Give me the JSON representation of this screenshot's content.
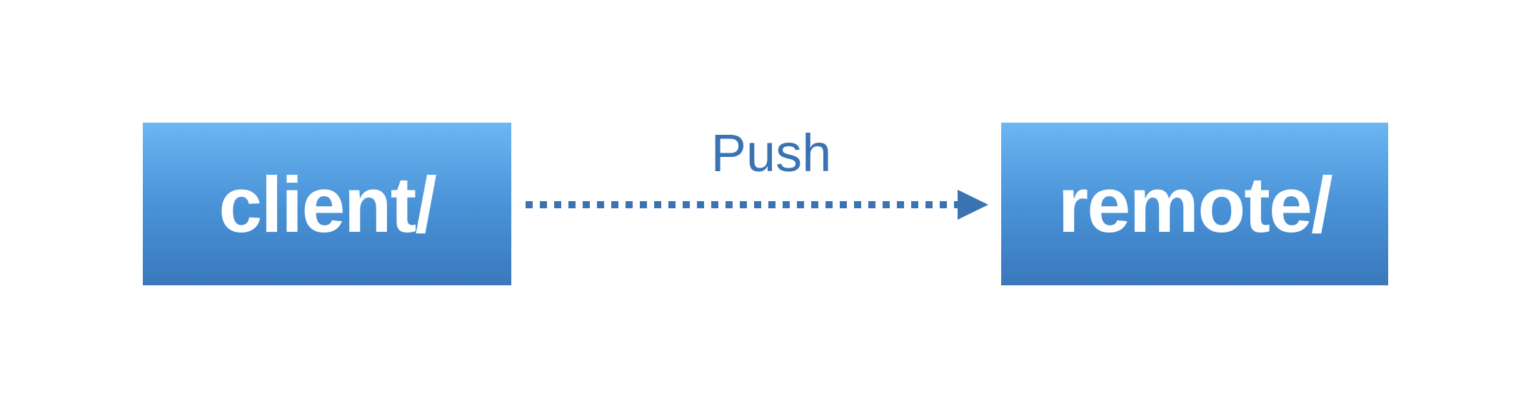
{
  "nodes": {
    "client": {
      "label": "client/"
    },
    "remote": {
      "label": "remote/"
    }
  },
  "edge": {
    "label": "Push",
    "style": "dotted",
    "color": "#3a73b2"
  },
  "colors": {
    "node_top": "#6cb6f2",
    "node_bottom": "#3a78bb",
    "node_text": "#ffffff",
    "background": "#ffffff"
  }
}
